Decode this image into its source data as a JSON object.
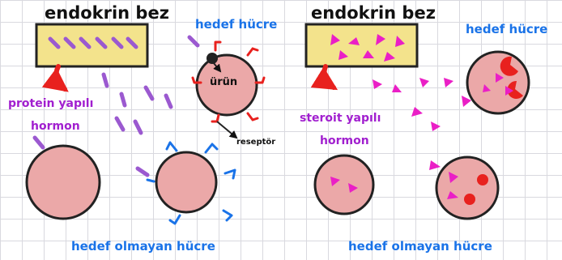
{
  "labels": {
    "left_gland": "endokrin bez",
    "right_gland": "endokrin bez",
    "left_target": "hedef hücre",
    "right_target": "hedef hücre",
    "product": "ürün",
    "receptor": "reseptör",
    "protein_line1": "protein yapılı",
    "protein_line2": "hormon",
    "steroid_line1": "steroit yapılı",
    "steroid_line2": "hormon",
    "left_nontarget": "hedef olmayan hücre",
    "right_nontarget": "hedef olmayan hücre"
  },
  "colors": {
    "gland_fill": "#f3e38c",
    "cell_fill": "#eba8a8",
    "outline": "#222222",
    "arrow_red": "#e8211e",
    "receptor_red": "#e8211e",
    "protein_hormone": "#9b59d0",
    "steroid_hormone": "#ea1fc6",
    "receptor_blue": "#1a73e8",
    "label_blue": "#1a73e8",
    "label_purple": "#a11fcf"
  }
}
